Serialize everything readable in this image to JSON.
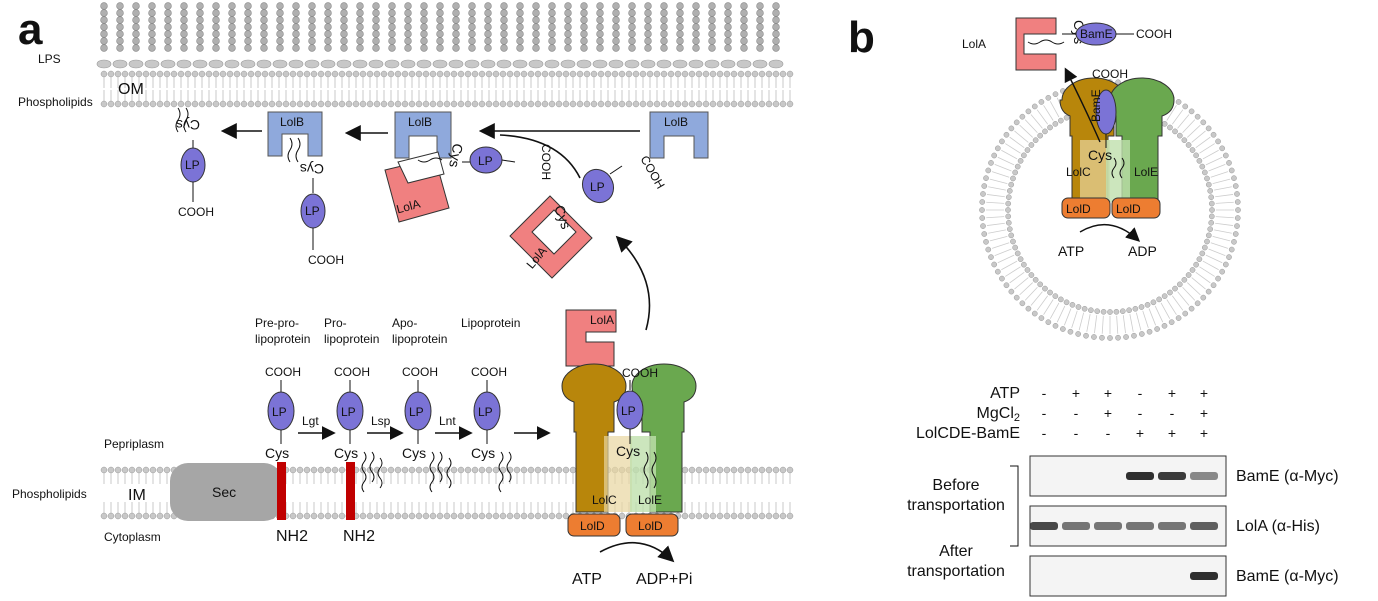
{
  "panel_a": {
    "label": "a",
    "lps": "LPS",
    "om": "OM",
    "phospholipids_top": "Phospholipids",
    "periplasm": "Pepriplasm",
    "phospholipids_bottom": "Phospholipids",
    "im": "IM",
    "cytoplasm": "Cytoplasm",
    "sec": "Sec",
    "stages": [
      "Pre-pro-\nlipoprotein",
      "Pro-\nlipoprotein",
      "Apo-\nlipoprotein",
      "Lipoprotein"
    ],
    "enzymes": [
      "Lgt",
      "Lsp",
      "Lnt"
    ],
    "lp": "LP",
    "cooh": "COOH",
    "cys": "Cys",
    "nh2": "NH2",
    "lola": "LolA",
    "lolb": "LolB",
    "lolc": "LolC",
    "lole": "LolE",
    "lold": "LolD",
    "atp": "ATP",
    "adp_pi": "ADP+Pi"
  },
  "panel_b": {
    "label": "b",
    "lola": "LolA",
    "cys": "Cys",
    "bame": "BamE",
    "cooh": "COOH",
    "lolc": "LolC",
    "lole": "LolE",
    "lold": "LolD",
    "atp": "ATP",
    "adp": "ADP",
    "rows": [
      {
        "label": "ATP",
        "signs": [
          "-",
          "+",
          "+",
          "-",
          "+",
          "+"
        ]
      },
      {
        "label": "MgCl2",
        "signs": [
          "-",
          "-",
          "+",
          "-",
          "-",
          "+"
        ]
      },
      {
        "label": "LolCDE-BamE",
        "signs": [
          "-",
          "-",
          "-",
          "+",
          "+",
          "+"
        ]
      }
    ],
    "before": "Before\ntransportation",
    "after": "After\ntransportation",
    "blots": [
      {
        "label": "BamE (α-Myc)",
        "bands": [
          0,
          0,
          0,
          0.9,
          0.85,
          0.5
        ]
      },
      {
        "label": "LolA (α-His)",
        "bands": [
          0.8,
          0.6,
          0.6,
          0.6,
          0.6,
          0.7
        ]
      },
      {
        "label": "BamE (α-Myc)",
        "bands": [
          0,
          0,
          0,
          0,
          0,
          0.9
        ]
      }
    ]
  },
  "colors": {
    "lp": "#7b73d6",
    "lola": "#f08080",
    "lolb": "#8fa9dc",
    "lolc": "#b8860b",
    "lole": "#6aa84f",
    "lold": "#ed7d31",
    "signal": "#c00000",
    "sec": "#a6a6a6"
  }
}
